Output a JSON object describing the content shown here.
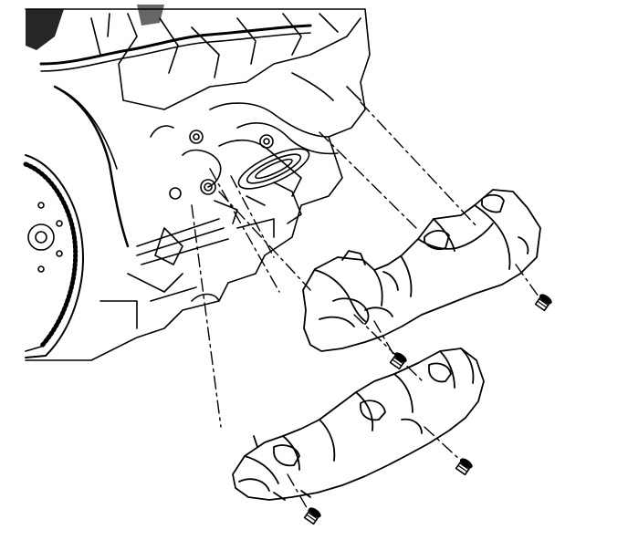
{
  "diagram": {
    "subject": "exhaust-manifold-heat-shield-exploded-view",
    "line_color": "#000000",
    "background_color": "#ffffff",
    "parts": [
      {
        "id": "engine-block",
        "kind": "assembly"
      },
      {
        "id": "flywheel",
        "kind": "component"
      },
      {
        "id": "upper-heat-shield",
        "kind": "component"
      },
      {
        "id": "lower-heat-shield",
        "kind": "component"
      },
      {
        "id": "bolt",
        "count": 4,
        "kind": "fastener"
      }
    ],
    "alignment_lines": 4
  }
}
